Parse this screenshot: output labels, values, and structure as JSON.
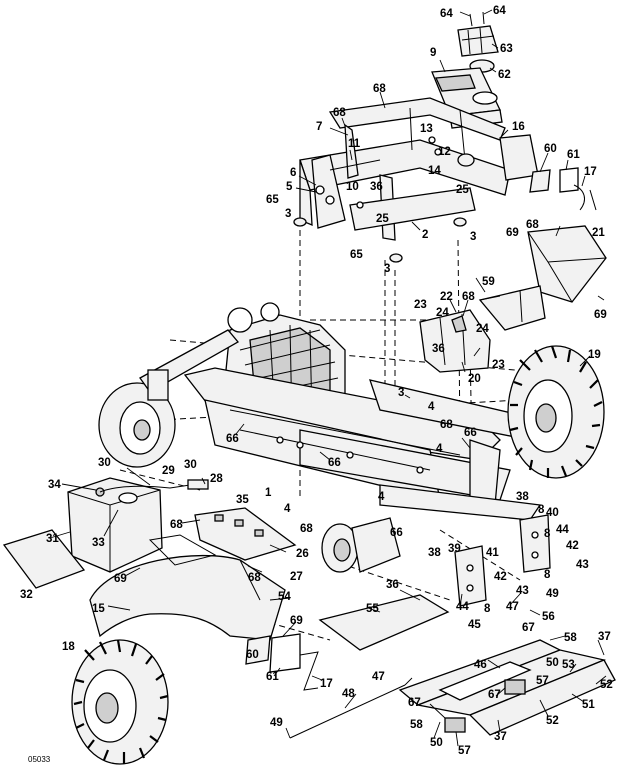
{
  "drawing_code": "05033",
  "callouts": [
    {
      "id": "c64a",
      "text": "64"
    },
    {
      "id": "c64b",
      "text": "64"
    },
    {
      "id": "c63",
      "text": "63"
    },
    {
      "id": "c62",
      "text": "62"
    },
    {
      "id": "c9",
      "text": "9"
    },
    {
      "id": "c68a",
      "text": "68"
    },
    {
      "id": "c68b",
      "text": "68"
    },
    {
      "id": "c7",
      "text": "7"
    },
    {
      "id": "c13",
      "text": "13"
    },
    {
      "id": "c16",
      "text": "16"
    },
    {
      "id": "c11",
      "text": "11"
    },
    {
      "id": "c12",
      "text": "12"
    },
    {
      "id": "c14",
      "text": "14"
    },
    {
      "id": "c6",
      "text": "6"
    },
    {
      "id": "c5",
      "text": "5"
    },
    {
      "id": "c10",
      "text": "10"
    },
    {
      "id": "c36a",
      "text": "36"
    },
    {
      "id": "c25a",
      "text": "25"
    },
    {
      "id": "c60a",
      "text": "60"
    },
    {
      "id": "c61a",
      "text": "61"
    },
    {
      "id": "c17a",
      "text": "17"
    },
    {
      "id": "c65a",
      "text": "65"
    },
    {
      "id": "c3a",
      "text": "3"
    },
    {
      "id": "c25b",
      "text": "25"
    },
    {
      "id": "c2",
      "text": "2"
    },
    {
      "id": "c3b",
      "text": "3"
    },
    {
      "id": "c69a",
      "text": "69"
    },
    {
      "id": "c68c",
      "text": "68"
    },
    {
      "id": "c21",
      "text": "21"
    },
    {
      "id": "c65b",
      "text": "65"
    },
    {
      "id": "c3c",
      "text": "3"
    },
    {
      "id": "c59",
      "text": "59"
    },
    {
      "id": "c22",
      "text": "22"
    },
    {
      "id": "c68d",
      "text": "68"
    },
    {
      "id": "c69b",
      "text": "69"
    },
    {
      "id": "c23a",
      "text": "23"
    },
    {
      "id": "c24a",
      "text": "24"
    },
    {
      "id": "c24b",
      "text": "24"
    },
    {
      "id": "c36b",
      "text": "36"
    },
    {
      "id": "c23b",
      "text": "23"
    },
    {
      "id": "c20",
      "text": "20"
    },
    {
      "id": "c19",
      "text": "19"
    },
    {
      "id": "c3d",
      "text": "3"
    },
    {
      "id": "c4a",
      "text": "4"
    },
    {
      "id": "c68e",
      "text": "68"
    },
    {
      "id": "c66a",
      "text": "66"
    },
    {
      "id": "c66b",
      "text": "66"
    },
    {
      "id": "c66c",
      "text": "66"
    },
    {
      "id": "c4b",
      "text": "4"
    },
    {
      "id": "c30a",
      "text": "30"
    },
    {
      "id": "c29",
      "text": "29"
    },
    {
      "id": "c30b",
      "text": "30"
    },
    {
      "id": "c28",
      "text": "28"
    },
    {
      "id": "c34",
      "text": "34"
    },
    {
      "id": "c1",
      "text": "1"
    },
    {
      "id": "c4c",
      "text": "4"
    },
    {
      "id": "c35",
      "text": "35"
    },
    {
      "id": "c38a",
      "text": "38"
    },
    {
      "id": "c8a",
      "text": "8"
    },
    {
      "id": "c40",
      "text": "40"
    },
    {
      "id": "c44a",
      "text": "44"
    },
    {
      "id": "c31",
      "text": "31"
    },
    {
      "id": "c33",
      "text": "33"
    },
    {
      "id": "c68f",
      "text": "68"
    },
    {
      "id": "c4d",
      "text": "4"
    },
    {
      "id": "c68g",
      "text": "68"
    },
    {
      "id": "c66d",
      "text": "66"
    },
    {
      "id": "c8b",
      "text": "8"
    },
    {
      "id": "c42a",
      "text": "42"
    },
    {
      "id": "c26",
      "text": "26"
    },
    {
      "id": "c39",
      "text": "39"
    },
    {
      "id": "c38b",
      "text": "38"
    },
    {
      "id": "c41",
      "text": "41"
    },
    {
      "id": "c8c",
      "text": "8"
    },
    {
      "id": "c43a",
      "text": "43"
    },
    {
      "id": "c32",
      "text": "32"
    },
    {
      "id": "c69c",
      "text": "69"
    },
    {
      "id": "c27",
      "text": "27"
    },
    {
      "id": "c68h",
      "text": "68"
    },
    {
      "id": "c36c",
      "text": "36"
    },
    {
      "id": "c42b",
      "text": "42"
    },
    {
      "id": "c43b",
      "text": "43"
    },
    {
      "id": "c15",
      "text": "15"
    },
    {
      "id": "c54",
      "text": "54"
    },
    {
      "id": "c44b",
      "text": "44"
    },
    {
      "id": "c8d",
      "text": "8"
    },
    {
      "id": "c49a",
      "text": "49"
    },
    {
      "id": "c55",
      "text": "55"
    },
    {
      "id": "c47a",
      "text": "47"
    },
    {
      "id": "c56",
      "text": "56"
    },
    {
      "id": "c69d",
      "text": "69"
    },
    {
      "id": "c45",
      "text": "45"
    },
    {
      "id": "c67a",
      "text": "67"
    },
    {
      "id": "c58a",
      "text": "58"
    },
    {
      "id": "c37a",
      "text": "37"
    },
    {
      "id": "c18",
      "text": "18"
    },
    {
      "id": "c60b",
      "text": "60"
    },
    {
      "id": "c50a",
      "text": "50"
    },
    {
      "id": "c46",
      "text": "46"
    },
    {
      "id": "c53",
      "text": "53"
    },
    {
      "id": "c61b",
      "text": "61"
    },
    {
      "id": "c17b",
      "text": "17"
    },
    {
      "id": "c57a",
      "text": "57"
    },
    {
      "id": "c52a",
      "text": "52"
    },
    {
      "id": "c47b",
      "text": "47"
    },
    {
      "id": "c48",
      "text": "48"
    },
    {
      "id": "c67b",
      "text": "67"
    },
    {
      "id": "c51",
      "text": "51"
    },
    {
      "id": "c67c",
      "text": "67"
    },
    {
      "id": "c58b",
      "text": "58"
    },
    {
      "id": "c52b",
      "text": "52"
    },
    {
      "id": "c37b",
      "text": "37"
    },
    {
      "id": "c49b",
      "text": "49"
    },
    {
      "id": "c50b",
      "text": "50"
    },
    {
      "id": "c57b",
      "text": "57"
    }
  ]
}
